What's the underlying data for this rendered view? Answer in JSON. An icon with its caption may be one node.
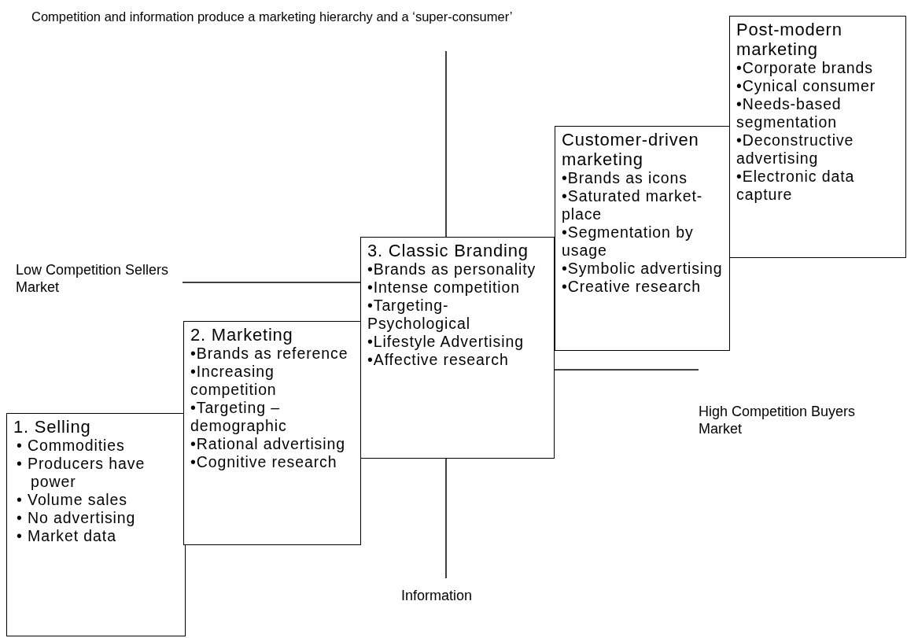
{
  "diagram": {
    "title": "Competition and information produce a marketing hierarchy and a ‘super-consumer’",
    "nodes": [
      {
        "text": [
          "1. Selling",
          "• Commodities",
          "• Producers have power",
          "• Volume sales",
          "• No advertising",
          "• Market data"
        ]
      },
      {
        "text": [
          "2. Marketing",
          "•Brands as reference",
          "•Increasing competition",
          "•Targeting – demographic",
          "•Rational advertising",
          "•Cognitive research"
        ]
      },
      {
        "text": [
          "3. Classic Branding",
          "•Brands as personality",
          "•Intense competition",
          "•Targeting-Psychological",
          "•Lifestyle Advertising",
          "•Affective research"
        ]
      },
      {
        "text": [
          "Customer-driven marketing",
          "•Brands as icons",
          "•Saturated market-place",
          "•Segmentation by usage",
          "•Symbolic advertising",
          "•Creative research"
        ]
      },
      {
        "text": [
          "Post-modern marketing",
          "•Corporate brands",
          "•Cynical consumer",
          "•Needs-based segmentation",
          "•Deconstructive advertising",
          "•Electronic data capture"
        ]
      }
    ],
    "labels": [
      "Low Competition Sellers Market",
      "High Competition Buyers Market",
      "Information"
    ]
  }
}
